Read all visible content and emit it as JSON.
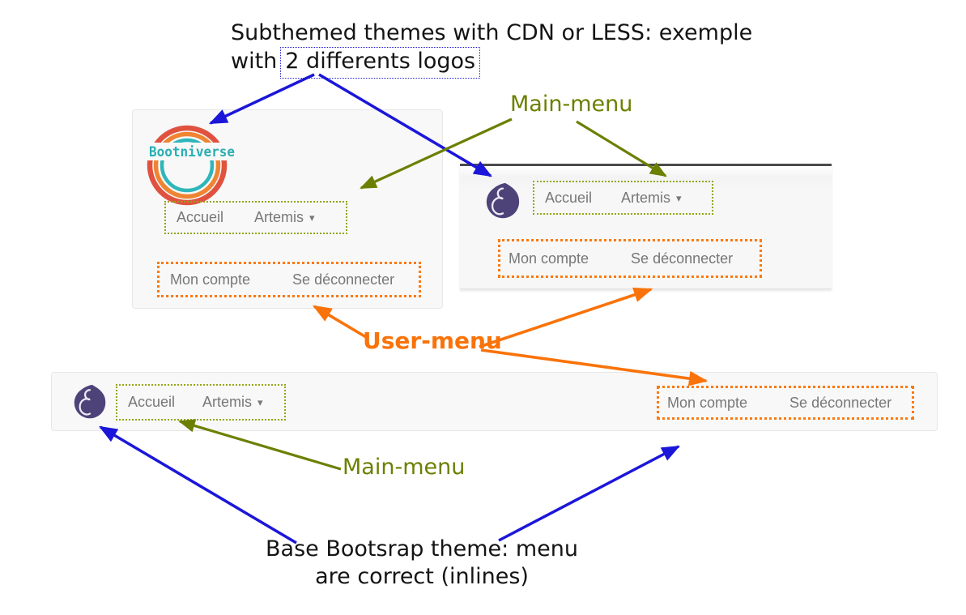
{
  "annotations": {
    "top_caption_line1": "Subthemed themes with CDN or LESS: exemple",
    "top_caption_prefix": "with",
    "top_caption_boxed": "2 differents logos",
    "main_menu_label_top": "Main-menu",
    "user_menu_label": "User-menu",
    "main_menu_label_bottom": "Main-menu",
    "bottom_caption_line1": "Base Bootsrap theme: menu",
    "bottom_caption_line2": "are correct (inlines)"
  },
  "subthemed_card": {
    "logo_text": "Bootniverse",
    "main_menu": [
      "Accueil",
      "Artemis"
    ],
    "user_menu": [
      "Mon compte",
      "Se déconnecter"
    ]
  },
  "subthemed_navbar": {
    "main_menu": [
      "Accueil",
      "Artemis"
    ],
    "user_menu": [
      "Mon compte",
      "Se déconnecter"
    ]
  },
  "base_navbar": {
    "main_menu": [
      "Accueil",
      "Artemis"
    ],
    "user_menu": [
      "Mon compte",
      "Se déconnecter"
    ]
  },
  "icons": {
    "caret_down": "▾"
  },
  "colors": {
    "annotation_blue": "#1b16d9",
    "annotation_olive": "#6b8000",
    "annotation_orange": "#f9730a",
    "dotted_highlight_green": "#94a516",
    "dotted_highlight_orange": "#fb7a12",
    "menu_link_gray": "#777777",
    "panel_background": "#f8f8f8",
    "panel_border": "#e7e7e7",
    "brand_purple": "#4e4379",
    "bootniverse_teal": "#2fb6ba",
    "bootniverse_orange": "#ef8432",
    "bootniverse_coral": "#e0523f"
  }
}
